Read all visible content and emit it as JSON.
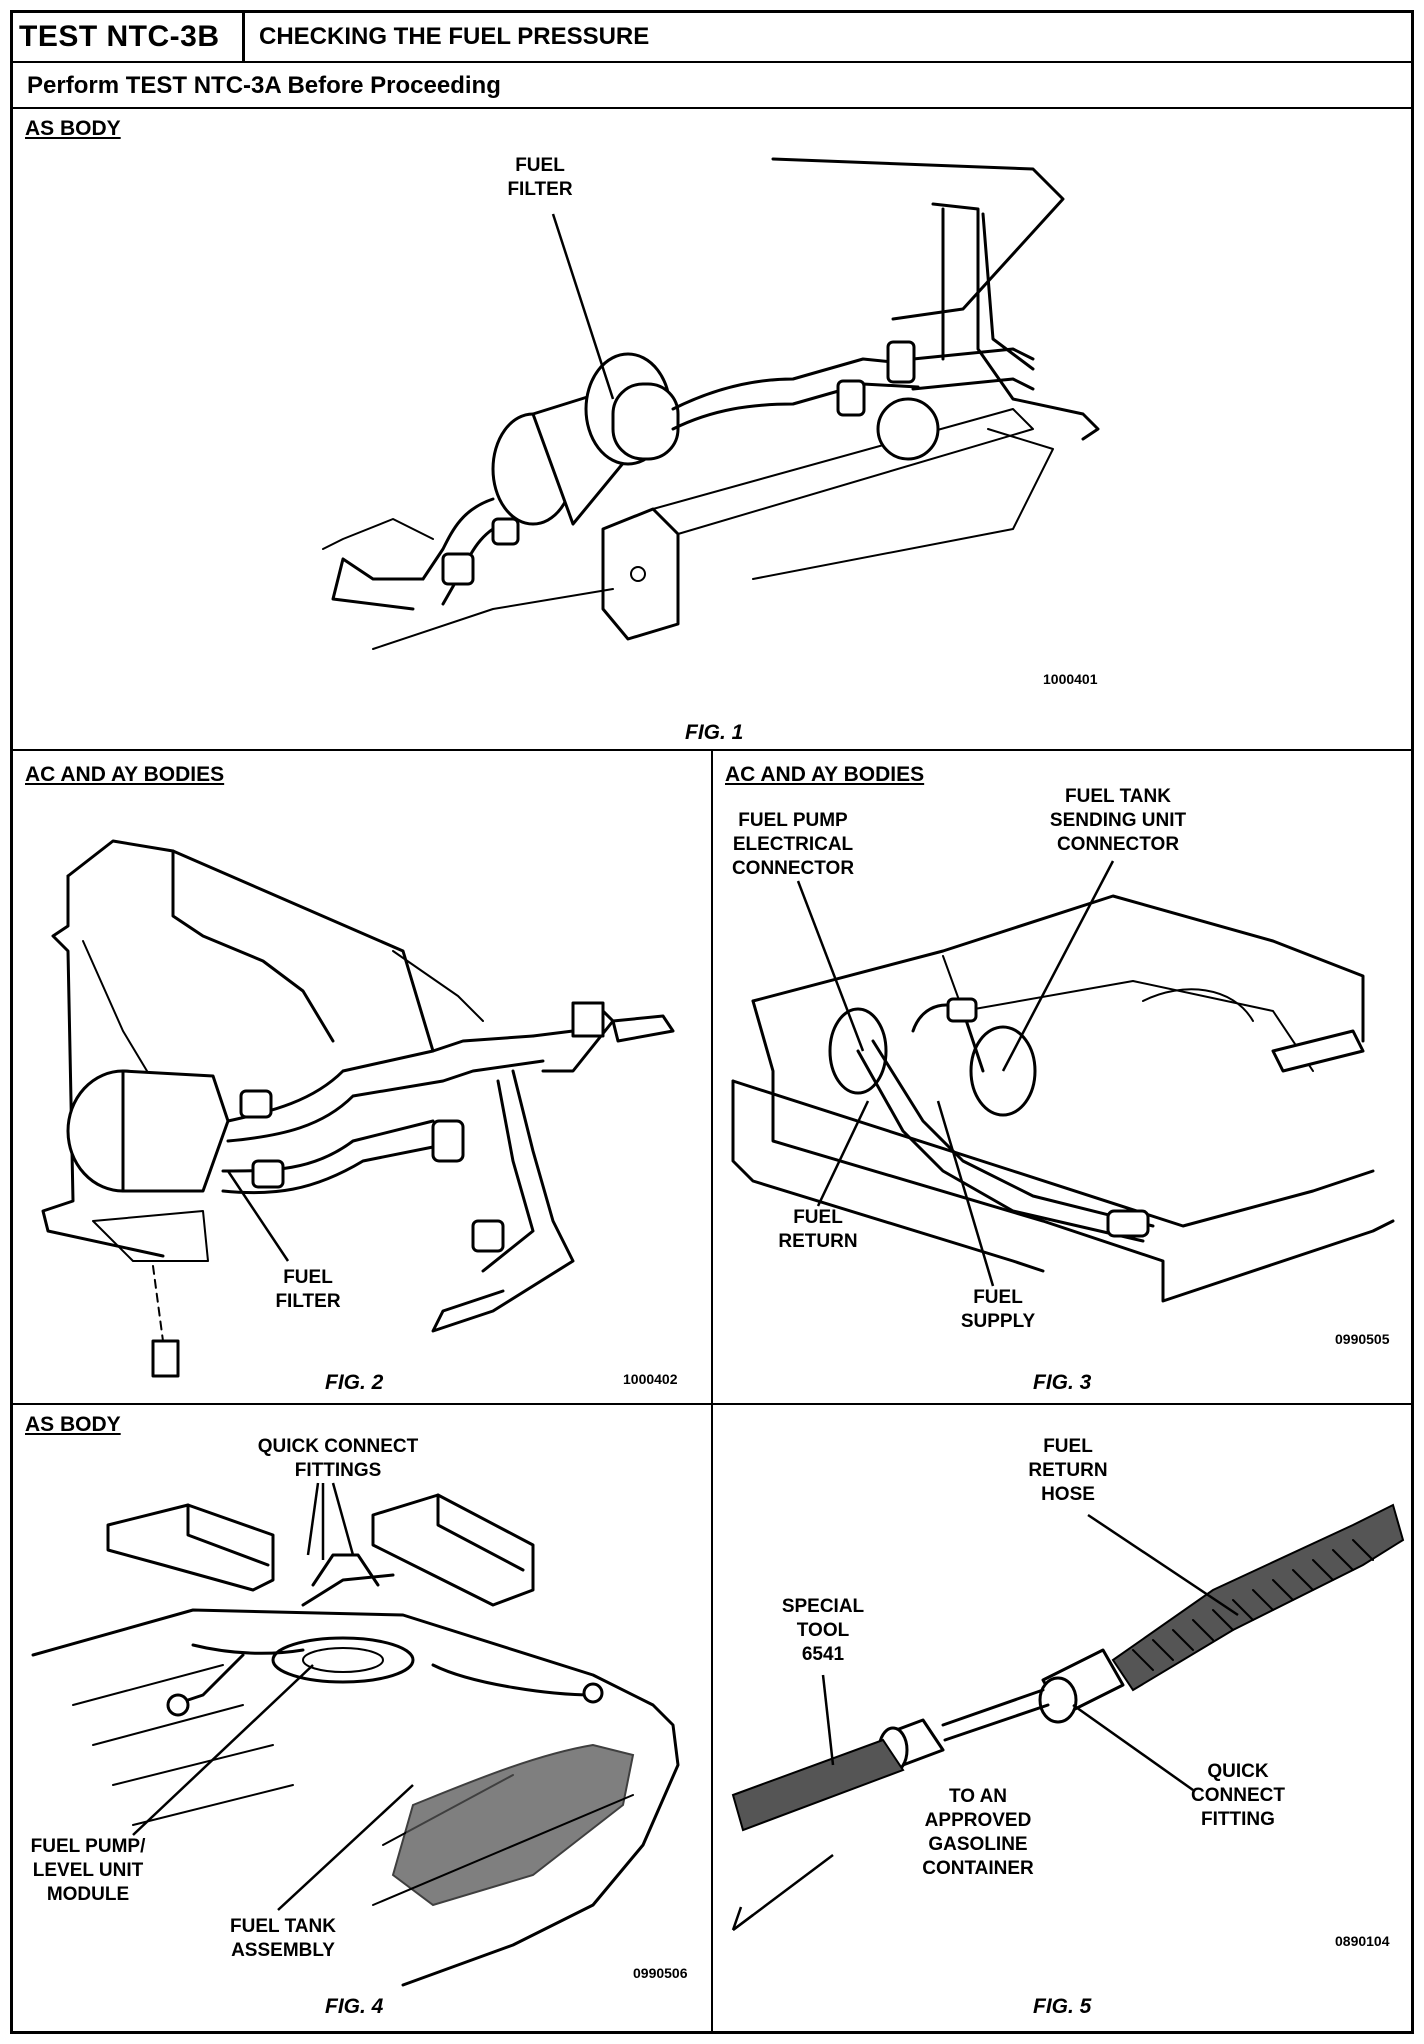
{
  "header": {
    "test_id": "TEST NTC-3B",
    "title": "CHECKING THE FUEL PRESSURE",
    "prerequisite": "Perform TEST NTC-3A Before Proceeding"
  },
  "fig1": {
    "heading": "AS BODY",
    "fuel_filter": "FUEL\nFILTER",
    "code": "1000401",
    "caption": "FIG. 1"
  },
  "fig2": {
    "heading": "AC AND AY BODIES",
    "fuel_filter": "FUEL\nFILTER",
    "code": "1000402",
    "caption": "FIG. 2"
  },
  "fig3": {
    "heading": "AC AND AY BODIES",
    "pump_connector": "FUEL PUMP\nELECTRICAL\nCONNECTOR",
    "tank_connector": "FUEL TANK\nSENDING UNIT\nCONNECTOR",
    "fuel_return": "FUEL\nRETURN",
    "fuel_supply": "FUEL\nSUPPLY",
    "code": "0990505",
    "caption": "FIG. 3"
  },
  "fig4": {
    "heading": "AS BODY",
    "quick_connect": "QUICK CONNECT\nFITTINGS",
    "pump_module": "FUEL PUMP/\nLEVEL UNIT\nMODULE",
    "tank_assembly": "FUEL TANK\nASSEMBLY",
    "code": "0990506",
    "caption": "FIG. 4"
  },
  "fig5": {
    "return_hose": "FUEL\nRETURN\nHOSE",
    "special_tool": "SPECIAL\nTOOL\n6541",
    "container": "TO AN\nAPPROVED\nGASOLINE\nCONTAINER",
    "quick_connect": "QUICK\nCONNECT\nFITTING",
    "code": "0890104",
    "caption": "FIG. 5"
  }
}
